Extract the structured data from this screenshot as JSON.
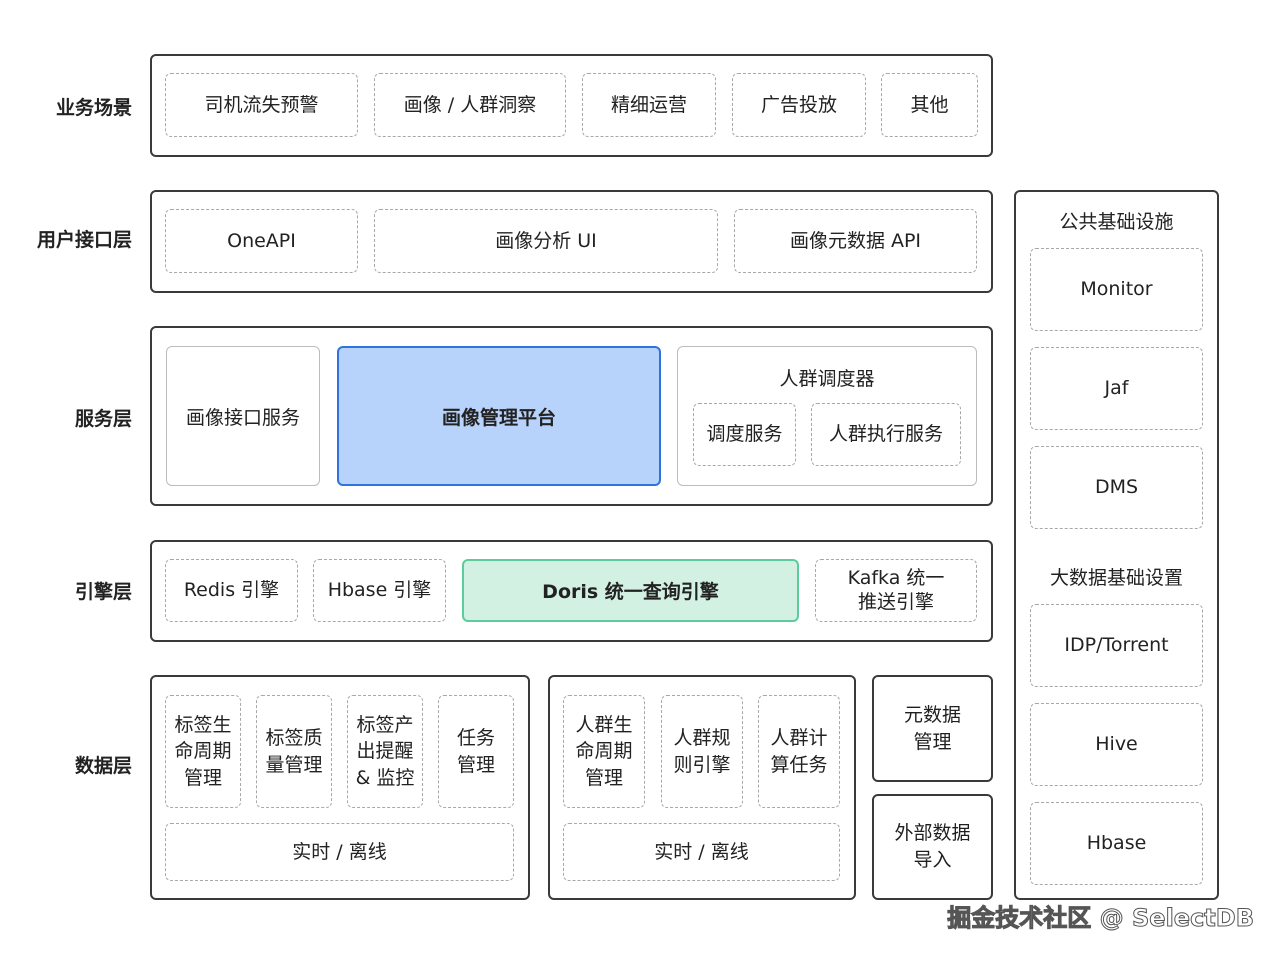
{
  "layers": {
    "business": {
      "label": "业务场景",
      "items": [
        "司机流失预警",
        "画像 / 人群洞察",
        "精细运营",
        "广告投放",
        "其他"
      ]
    },
    "user_interface": {
      "label": "用户接口层",
      "items": [
        "OneAPI",
        "画像分析 UI",
        "画像元数据 API"
      ]
    },
    "service": {
      "label": "服务层",
      "portrait_interface_service": "画像接口服务",
      "portrait_platform": "画像管理平台",
      "crowd_scheduler": {
        "title": "人群调度器",
        "items": [
          "调度服务",
          "人群执行服务"
        ]
      }
    },
    "engine": {
      "label": "引擎层",
      "items": [
        "Redis 引擎",
        "Hbase 引擎",
        "Doris 统一查询引擎",
        "Kafka 统一\n推送引擎"
      ]
    },
    "data": {
      "label": "数据层",
      "tag_group": {
        "items": [
          "标签生\n命周期\n管理",
          "标签质\n量管理",
          "标签产\n出提醒\n& 监控",
          "任务\n管理"
        ],
        "footer": "实时 / 离线"
      },
      "crowd_group": {
        "items": [
          "人群生\n命周期\n管理",
          "人群规\n则引擎",
          "人群计\n算任务"
        ],
        "footer": "实时 / 离线"
      },
      "metadata_mgmt": "元数据\n管理",
      "external_import": "外部数据\n导入"
    }
  },
  "infrastructure": {
    "public_title": "公共基础设施",
    "public_items": [
      "Monitor",
      "Jaf",
      "DMS"
    ],
    "bigdata_title": "大数据基础设置",
    "bigdata_items": [
      "IDP/Torrent",
      "Hive",
      "Hbase"
    ]
  },
  "colors": {
    "frame_border": "#3a3a3a",
    "dashed_border": "#a8a8a8",
    "platform_fill": "#b8d3fb",
    "platform_border": "#2f73e0",
    "doris_fill": "#d2f1e2",
    "doris_border": "#5ecb9c"
  },
  "watermark": "掘金技术社区 @ SelectDB"
}
